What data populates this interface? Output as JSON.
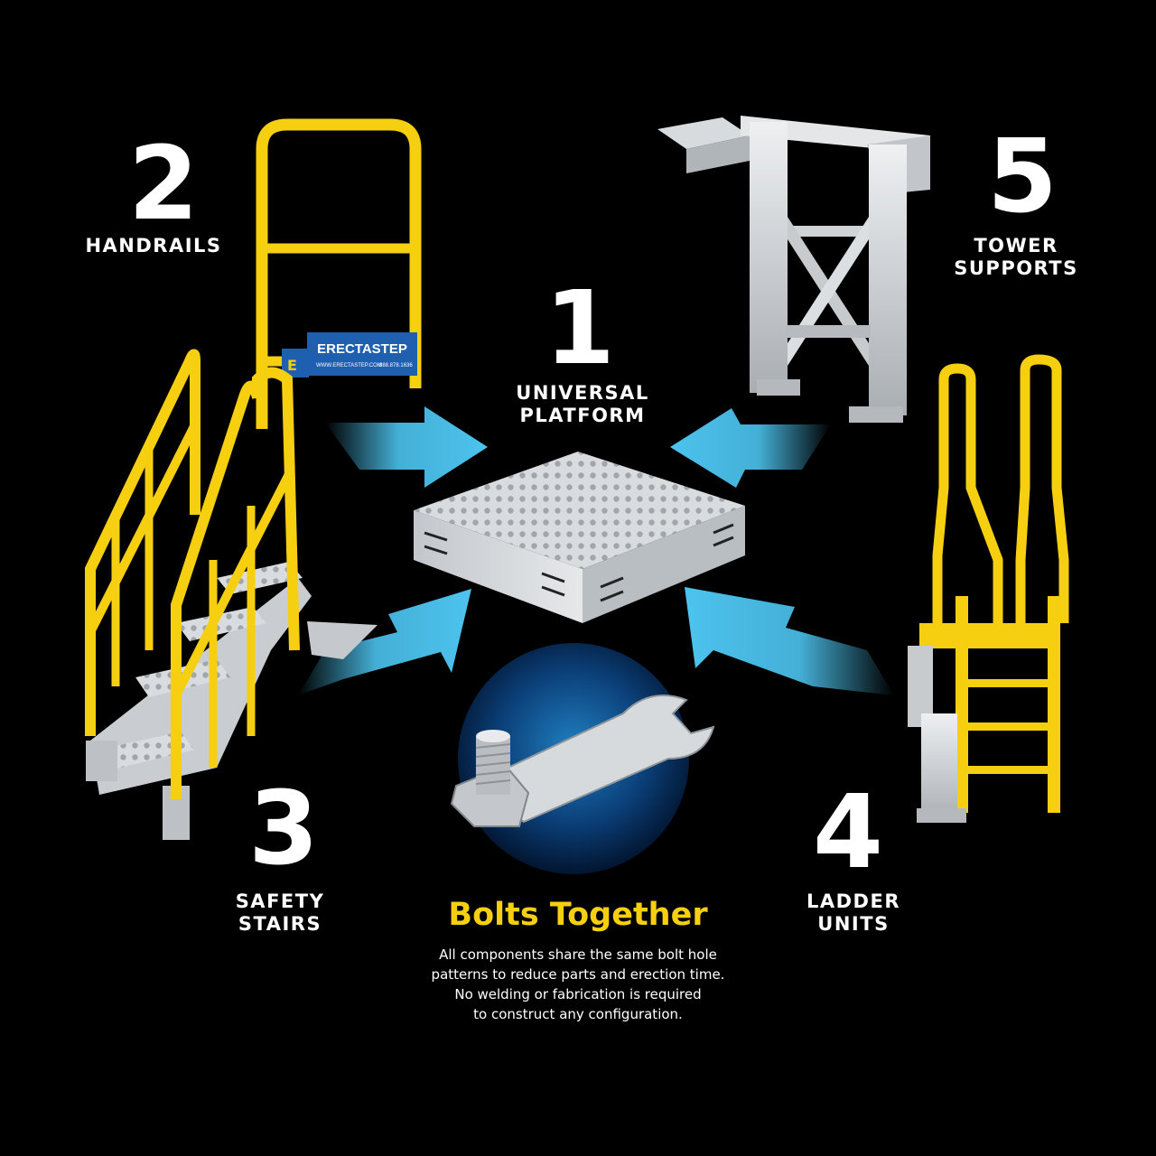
{
  "colors": {
    "background": "#000000",
    "arrow": "#4cc3ee",
    "yellow": "#f5cf10",
    "metal": "#cfd3d6",
    "brand_blue": "#1f5fb0"
  },
  "components": [
    {
      "id": "handrails",
      "number": "2",
      "label_lines": [
        "HANDRAILS"
      ]
    },
    {
      "id": "platform",
      "number": "1",
      "label_lines": [
        "UNIVERSAL",
        "PLATFORM"
      ]
    },
    {
      "id": "tower",
      "number": "5",
      "label_lines": [
        "TOWER",
        "SUPPORTS"
      ]
    },
    {
      "id": "stairs",
      "number": "3",
      "label_lines": [
        "SAFETY",
        "STAIRS"
      ]
    },
    {
      "id": "ladder",
      "number": "4",
      "label_lines": [
        "LADDER",
        "UNITS"
      ]
    }
  ],
  "brand": {
    "name": "ERECTASTEP",
    "site": "WWW.ERECTASTEP.COM",
    "phone": "888.878.1636"
  },
  "bolts": {
    "title": "Bolts Together",
    "description_lines": [
      "All components share the same bolt hole",
      "patterns to reduce parts and erection time.",
      "No welding or fabrication is required",
      "to construct any configuration."
    ]
  },
  "icons": {
    "arrows": [
      "arrow-icon",
      "arrow-icon",
      "arrow-icon",
      "arrow-icon"
    ],
    "wrench": "wrench-bolt-icon"
  }
}
